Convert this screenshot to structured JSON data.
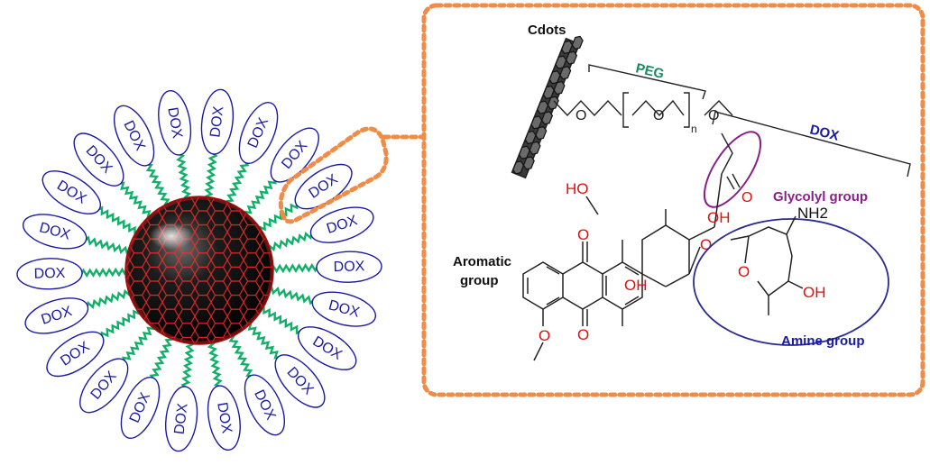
{
  "left": {
    "dox_label": "DOX",
    "dox_count": 22,
    "colors": {
      "oval": "#1a1aa0",
      "linker": "#11b06a",
      "shell": "#e23030",
      "core": "#101010"
    }
  },
  "callout": {
    "border_color": "#f08c46"
  },
  "labels": {
    "cdots": "Cdots",
    "peg": "PEG",
    "dox": "DOX",
    "glycolyl": "Glycolyl group",
    "aromatic_1": "Aromatic",
    "aromatic_2": "group",
    "amine": "Amine group",
    "peg_repeat": "n"
  },
  "atoms": {
    "ho_top": "HO",
    "oh_mid": "OH",
    "oh_low": "OH",
    "oh_sugar": "OH",
    "nh2": "NH2",
    "o": "O"
  },
  "label_colors": {
    "peg": "#178a5e",
    "dox": "#1a1aa0",
    "glycolyl": "#8a1f8a",
    "amine": "#1a1aa0",
    "heteroatom": "#e01010"
  }
}
